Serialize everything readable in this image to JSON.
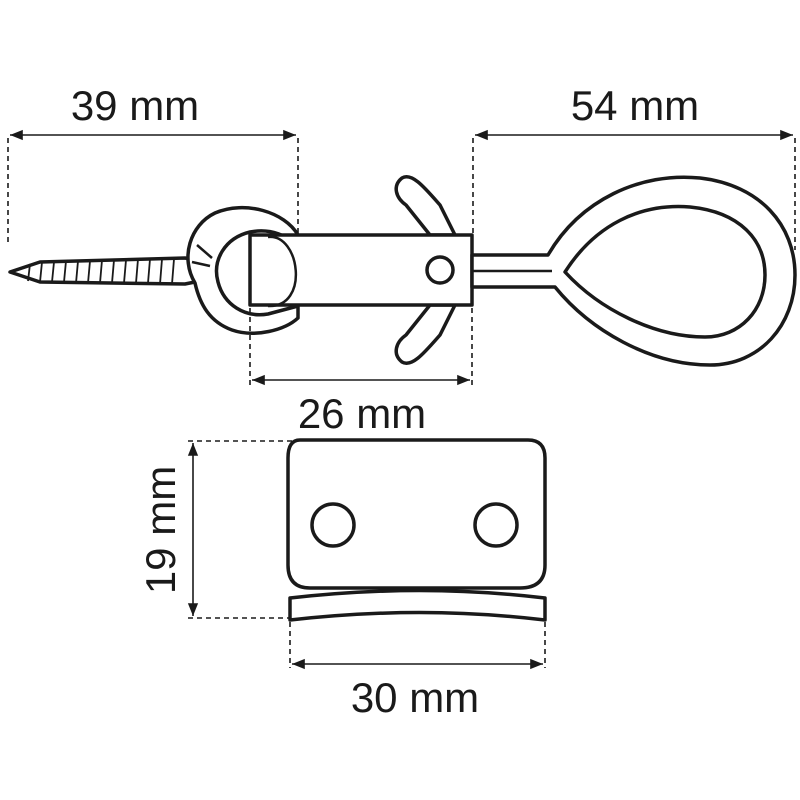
{
  "dimensions": {
    "hook_length": "39 mm",
    "loop_length": "54 mm",
    "sleeve_length": "26 mm",
    "plate_height": "19 mm",
    "plate_width": "30 mm"
  },
  "colors": {
    "line": "#1a1a1a",
    "background": "#ffffff"
  }
}
